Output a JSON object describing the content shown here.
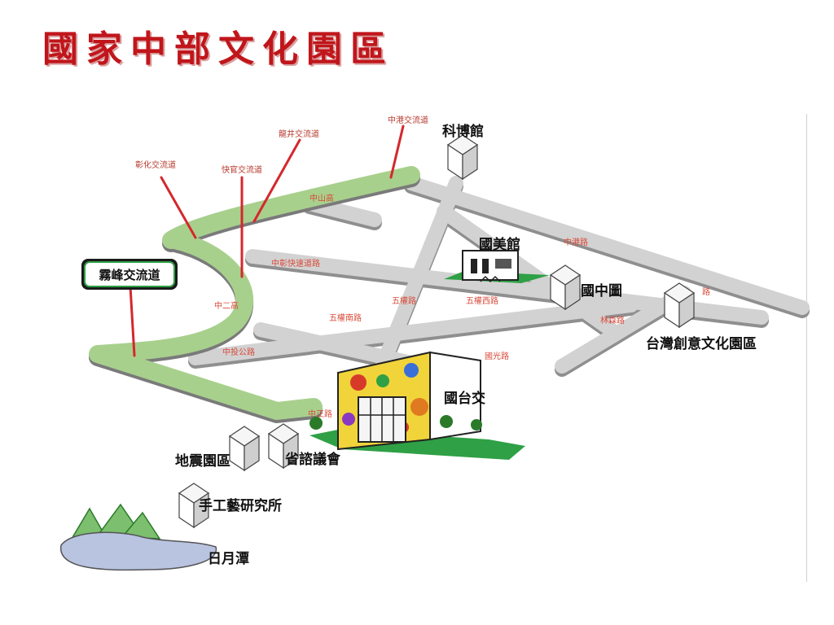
{
  "title": "國家中部文化園區",
  "interchanges": {
    "wufeng": "霧峰交流道",
    "changhua": "彰化交流道",
    "kuaiguan": "快官交流道",
    "longjing": "龍井交流道",
    "zhonggang": "中港交流道"
  },
  "roads": {
    "zhongshan_hwy": "中山高",
    "zhonger_hwy": "中二高",
    "zhongchang_expressway": "中彰快速道路",
    "zhongtou_road": "中投公路",
    "zhongzheng_road": "中正路",
    "zhonggang_road": "中港路",
    "wuquan_road": "五權路",
    "wuquan_s_road": "五權南路",
    "wuquan_w_road": "五權西路",
    "guoguang_road": "國光路",
    "linsen_road": "林森路",
    "partial_road": "路"
  },
  "places": {
    "science_museum": "科博館",
    "art_museum": "國美館",
    "library": "國中圖",
    "creative_park": "台灣創意文化園區",
    "symphony": "國台交",
    "earthquake_park": "地震園區",
    "council": "省諮議會",
    "craft_institute": "手工藝研究所",
    "sun_moon_lake": "日月潭"
  },
  "colors": {
    "title": "#c0161b",
    "highway": "#a8d08d",
    "road": "#d2d2d2",
    "road_label": "#d94b3a",
    "pointer": "#d4282c",
    "lake": "#b8c4e0",
    "mountain": "#7cbf6e",
    "lawn": "#2fa045"
  }
}
